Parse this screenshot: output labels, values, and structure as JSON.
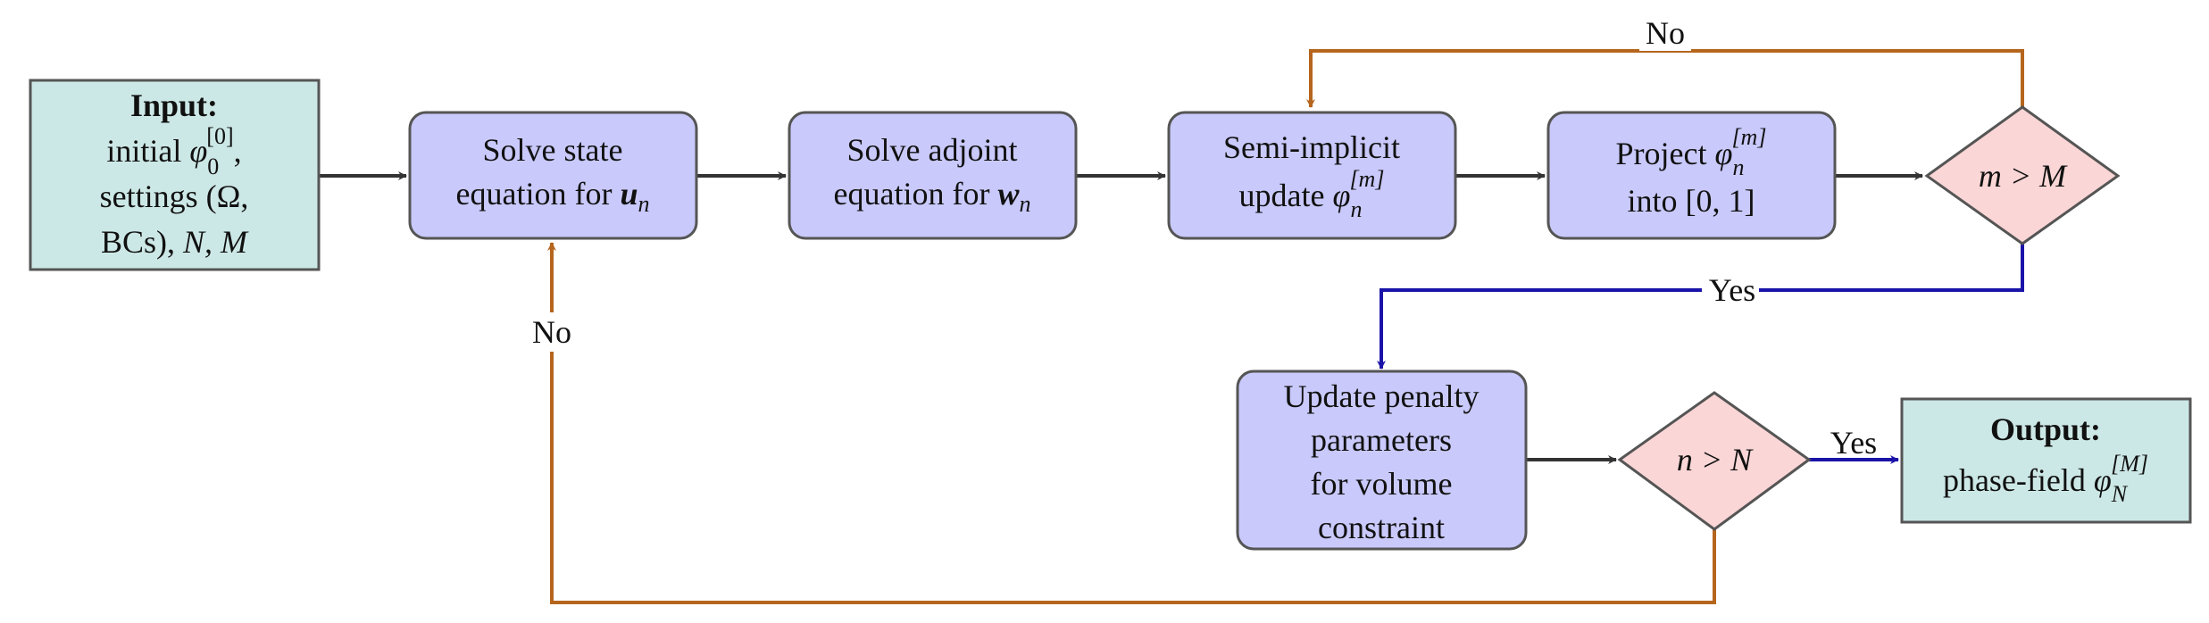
{
  "colors": {
    "io_fill": "#cce8e6",
    "process_fill": "#c9c9fb",
    "decision_fill": "#fbd6d6",
    "no_arrow": "#b5651d",
    "yes_arrow": "#1a13a8",
    "flow_arrow": "#333333"
  },
  "nodes": {
    "input": {
      "title": "Input:",
      "line1_prefix": "initial ",
      "phi": "φ",
      "phi_sub": "0",
      "phi_sup": "[0]",
      "line1_suffix": ",",
      "line2": "settings (Ω,",
      "line3_prefix": "BCs), ",
      "line3_math": "N, M"
    },
    "state": {
      "line1": "Solve state",
      "line2_prefix": "equation for ",
      "vec": "u",
      "sub": "n"
    },
    "adjoint": {
      "line1": "Solve adjoint",
      "line2_prefix": "equation for ",
      "vec": "w",
      "sub": "n"
    },
    "update": {
      "line1": "Semi-implicit",
      "line2_prefix": "update ",
      "phi": "φ",
      "sub": "n",
      "sup": "[m]"
    },
    "project": {
      "line1_prefix": "Project ",
      "phi": "φ",
      "sub": "n",
      "sup": "[m]",
      "line2": "into [0, 1]"
    },
    "decision_m": {
      "text": "m > M"
    },
    "penalty": {
      "lines": [
        "Update penalty",
        "parameters",
        "for volume",
        "constraint"
      ]
    },
    "decision_n": {
      "text": "n > N"
    },
    "output": {
      "title": "Output:",
      "line2_prefix": "phase-field ",
      "phi": "φ",
      "sub": "N",
      "sup": "[M]"
    }
  },
  "edges": {
    "m_no": "No",
    "m_yes": "Yes",
    "n_no": "No",
    "n_yes": "Yes"
  }
}
